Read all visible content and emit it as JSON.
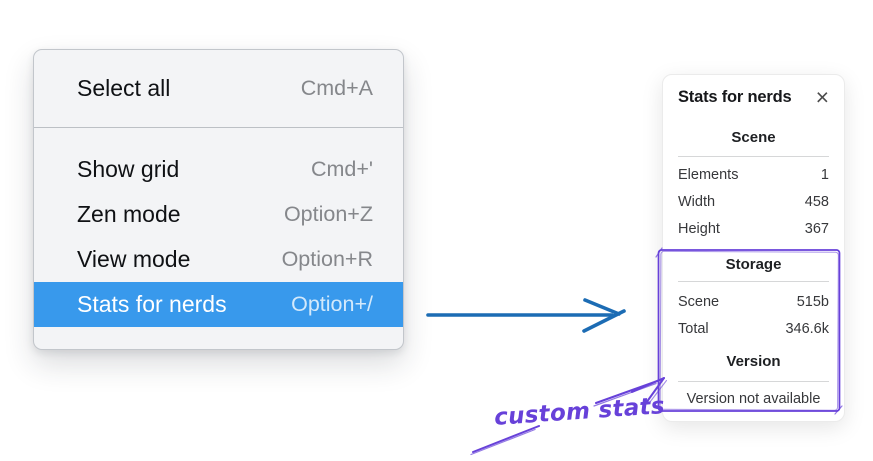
{
  "context_menu": {
    "items": [
      {
        "label": "Select all",
        "shortcut": "Cmd+A",
        "selected": false,
        "group": "top"
      },
      {
        "label": "Show grid",
        "shortcut": "Cmd+'",
        "selected": false,
        "group": "bottom"
      },
      {
        "label": "Zen mode",
        "shortcut": "Option+Z",
        "selected": false,
        "group": "bottom"
      },
      {
        "label": "View mode",
        "shortcut": "Option+R",
        "selected": false,
        "group": "bottom"
      },
      {
        "label": "Stats for nerds",
        "shortcut": "Option+/",
        "selected": true,
        "group": "bottom"
      }
    ]
  },
  "stats_panel": {
    "title": "Stats for nerds",
    "close_icon": "×",
    "sections": [
      {
        "heading": "Scene",
        "rows": [
          {
            "label": "Elements",
            "value": "1"
          },
          {
            "label": "Width",
            "value": "458"
          },
          {
            "label": "Height",
            "value": "367"
          }
        ]
      },
      {
        "heading": "Storage",
        "rows": [
          {
            "label": "Scene",
            "value": "515b"
          },
          {
            "label": "Total",
            "value": "346.6k"
          }
        ]
      },
      {
        "heading": "Version",
        "rows": [],
        "note": "Version not available"
      }
    ]
  },
  "annotations": {
    "custom_stats_label": "custom stats",
    "highlighted_region": "Storage and Version sections"
  },
  "colors": {
    "menu_highlight": "#3899ec",
    "menu_background": "#f3f4f6",
    "flow_arrow_blue": "#1c6cb4",
    "annotation_purple": "#6741d9"
  }
}
